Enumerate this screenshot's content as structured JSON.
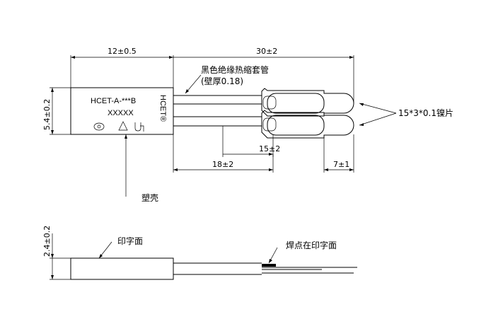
{
  "top_view": {
    "dims": {
      "body_length": "12±0.5",
      "total_length": "30±2",
      "body_height": "5.4±0.2",
      "tab_spacing": "15±2",
      "lead_length": "18±2",
      "tab_length": "7±1"
    },
    "body_text": {
      "model": "HCET-A-***B",
      "code": "XXXXX",
      "brand_side": "HCET®"
    },
    "labels": {
      "sleeve_line1": "黑色绝缘热缩套管",
      "sleeve_line2": "(壁厚0.18)",
      "tab_note": "15*3*0.1镍片",
      "shell": "塑壳"
    }
  },
  "side_view": {
    "dims": {
      "thickness": "2.4±0.2"
    },
    "labels": {
      "print_face": "印字面",
      "weld_note": "焊点在印字面"
    }
  }
}
